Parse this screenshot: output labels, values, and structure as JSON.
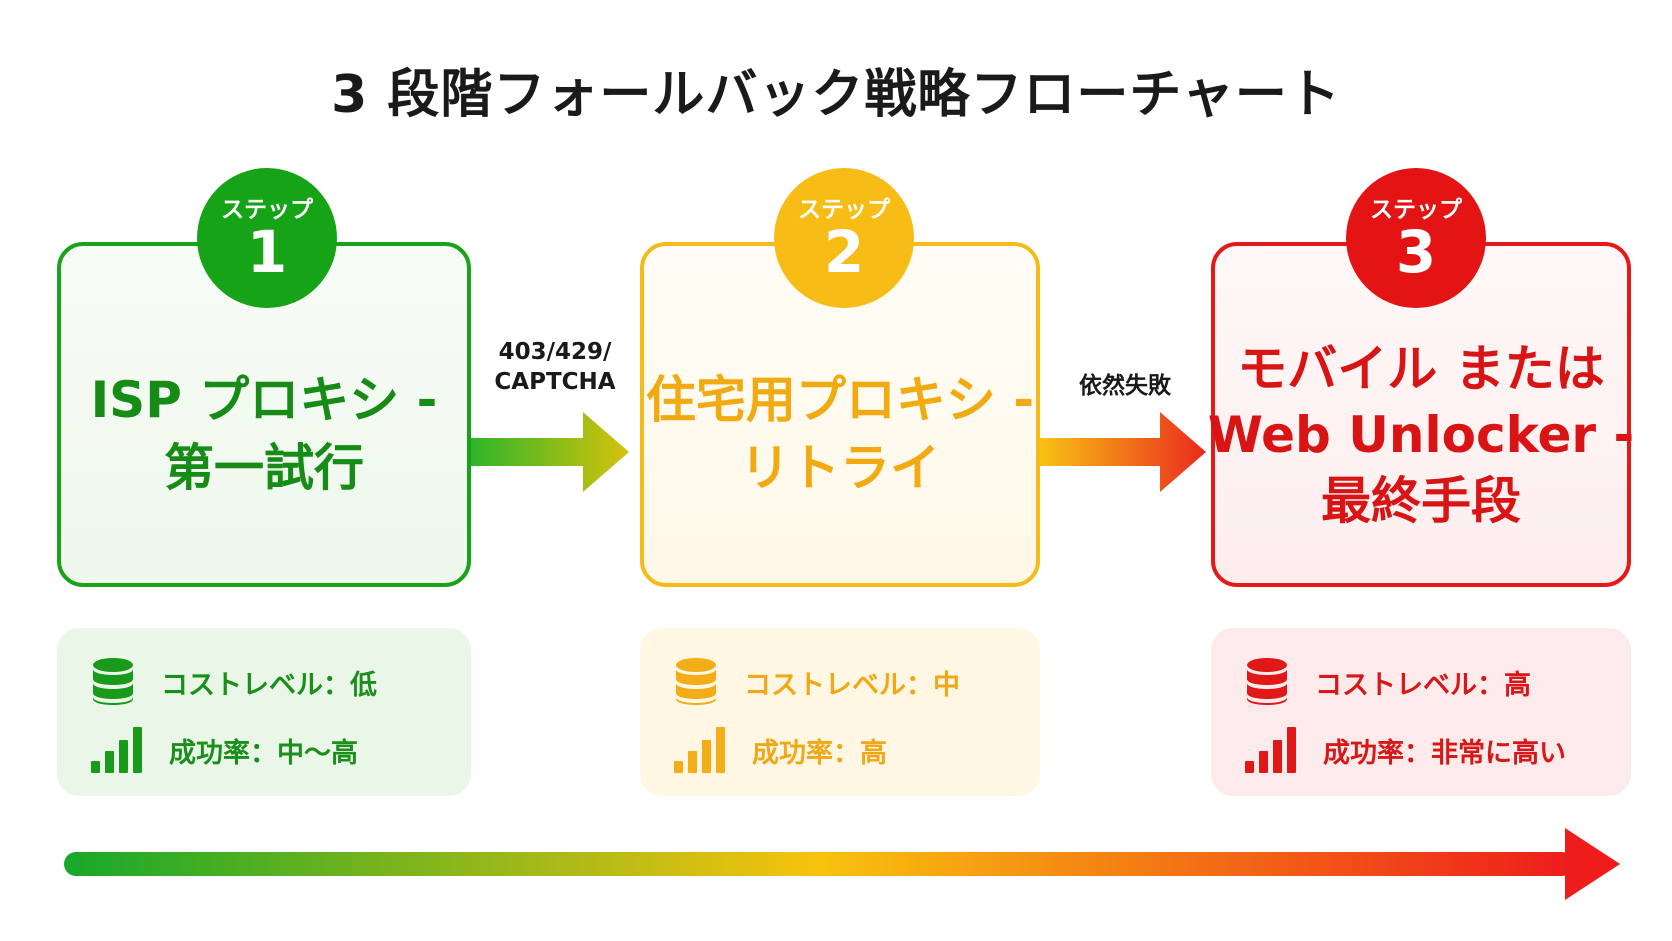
{
  "title": "3 段階フォールバック戦略フローチャート",
  "steps": [
    {
      "badge_label": "ステップ",
      "badge_number": "1",
      "title_line1": "ISP プロキシ -",
      "title_line2": "第一試行",
      "color": "#17a317",
      "cost": "コストレベル：低",
      "success": "成功率：中〜高"
    },
    {
      "badge_label": "ステップ",
      "badge_number": "2",
      "title_line1": "住宅用プロキシ -",
      "title_line2": "リトライ",
      "color": "#f7bc16",
      "cost": "コストレベル：中",
      "success": "成功率：高"
    },
    {
      "badge_label": "ステップ",
      "badge_number": "3",
      "title_line1": "モバイル または",
      "title_line2": "Web Unlocker -",
      "title_line3": "最終手段",
      "color": "#e51414",
      "cost": "コストレベル：高",
      "success": "成功率：非常に高い"
    }
  ],
  "connectors": [
    {
      "line1": "403/429/",
      "line2": "CAPTCHA"
    },
    {
      "line1": "依然失敗"
    }
  ],
  "icons": {
    "cost": "database-stack-icon",
    "success": "signal-bars-icon"
  }
}
